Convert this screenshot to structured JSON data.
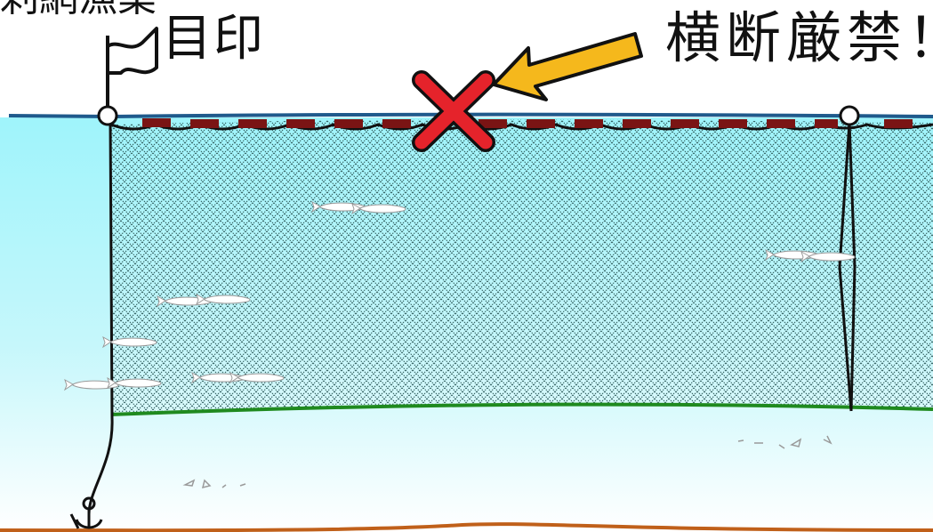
{
  "labels": {
    "top_left": "刺網漁業",
    "marker": "目印",
    "warning": "横断厳禁！"
  },
  "colors": {
    "water_top": "#9ff4fb",
    "water_bottom": "#ffffff",
    "surface_line": "#1f5a8c",
    "float_line": "#7a1414",
    "net_mesh": "#2f5c5c",
    "lead_line": "#1f8a1f",
    "seabed": "#c0601a",
    "prohibition_x": "#e5232b",
    "arrow": "#f5b81c"
  },
  "icons": {
    "flag": "flag-icon",
    "anchor": "anchor-icon",
    "prohibition": "prohibition-x-icon",
    "arrow": "arrow-icon",
    "fish": "fish-icon"
  }
}
